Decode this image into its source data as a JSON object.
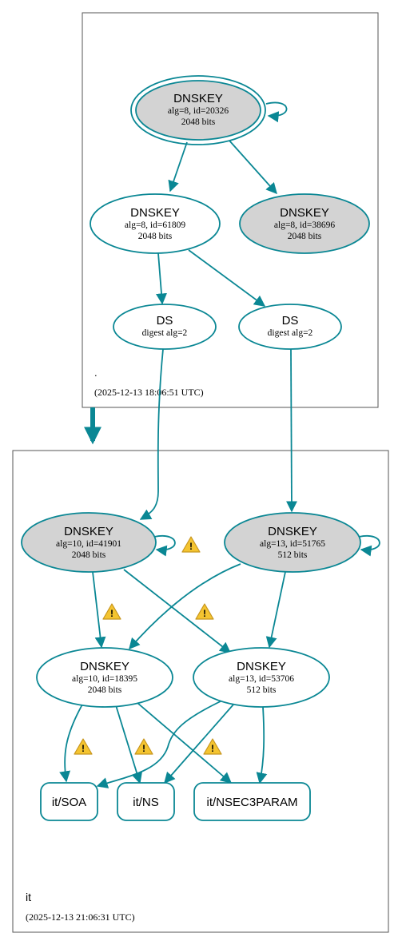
{
  "colors": {
    "edge": "#0a8794",
    "node_stroke": "#0a8794",
    "ksk_fill": "#d3d3d3",
    "zone_border": "#555555",
    "warn_fill": "#f4c430",
    "warn_stroke": "#c8961e"
  },
  "zones": {
    "root": {
      "name": ".",
      "timestamp": "(2025-12-13 18:06:51 UTC)"
    },
    "it": {
      "name": "it",
      "timestamp": "(2025-12-13 21:06:31 UTC)"
    }
  },
  "nodes": {
    "root_ksk": {
      "title": "DNSKEY",
      "line1": "alg=8, id=20326",
      "line2": "2048 bits"
    },
    "root_zsk": {
      "title": "DNSKEY",
      "line1": "alg=8, id=61809",
      "line2": "2048 bits"
    },
    "root_key3": {
      "title": "DNSKEY",
      "line1": "alg=8, id=38696",
      "line2": "2048 bits"
    },
    "ds1": {
      "title": "DS",
      "line1": "digest alg=2"
    },
    "ds2": {
      "title": "DS",
      "line1": "digest alg=2"
    },
    "it_ksk1": {
      "title": "DNSKEY",
      "line1": "alg=10, id=41901",
      "line2": "2048 bits"
    },
    "it_ksk2": {
      "title": "DNSKEY",
      "line1": "alg=13, id=51765",
      "line2": "512 bits"
    },
    "it_zsk1": {
      "title": "DNSKEY",
      "line1": "alg=10, id=18395",
      "line2": "2048 bits"
    },
    "it_zsk2": {
      "title": "DNSKEY",
      "line1": "alg=13, id=53706",
      "line2": "512 bits"
    },
    "rr_soa": {
      "label": "it/SOA"
    },
    "rr_ns": {
      "label": "it/NS"
    },
    "rr_nsec3param": {
      "label": "it/NSEC3PARAM"
    }
  },
  "warning_glyph": "!"
}
